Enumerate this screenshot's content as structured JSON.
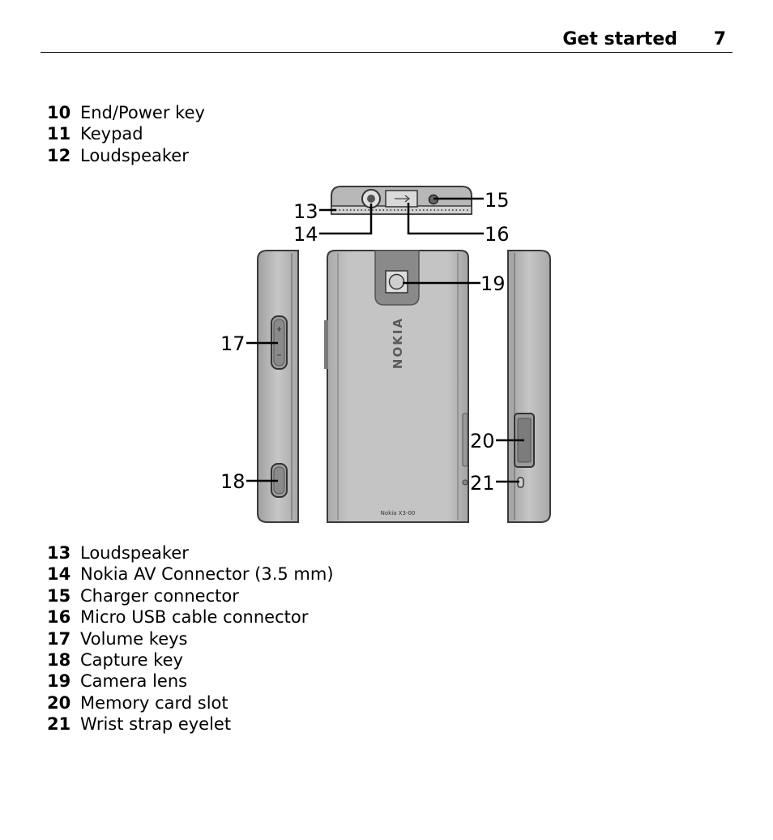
{
  "header": {
    "title": "Get started",
    "page_number": "7"
  },
  "legend_top": [
    {
      "number": "10",
      "label": "End/Power key"
    },
    {
      "number": "11",
      "label": "Keypad"
    },
    {
      "number": "12",
      "label": "Loudspeaker"
    }
  ],
  "diagram": {
    "callouts": {
      "c13": "13",
      "c14": "14",
      "c15": "15",
      "c16": "16",
      "c17": "17",
      "c18": "18",
      "c19": "19",
      "c20": "20",
      "c21": "21"
    },
    "brand_text": "NOKIA",
    "model_text": "Nokia X3-00"
  },
  "legend_bottom": [
    {
      "number": "13",
      "label": "Loudspeaker"
    },
    {
      "number": "14",
      "label": "Nokia AV Connector (3.5 mm)"
    },
    {
      "number": "15",
      "label": "Charger connector"
    },
    {
      "number": "16",
      "label": "Micro USB cable connector"
    },
    {
      "number": "17",
      "label": "Volume keys"
    },
    {
      "number": "18",
      "label": "Capture key"
    },
    {
      "number": "19",
      "label": "Camera lens"
    },
    {
      "number": "20",
      "label": "Memory card slot"
    },
    {
      "number": "21",
      "label": "Wrist strap eyelet"
    }
  ]
}
